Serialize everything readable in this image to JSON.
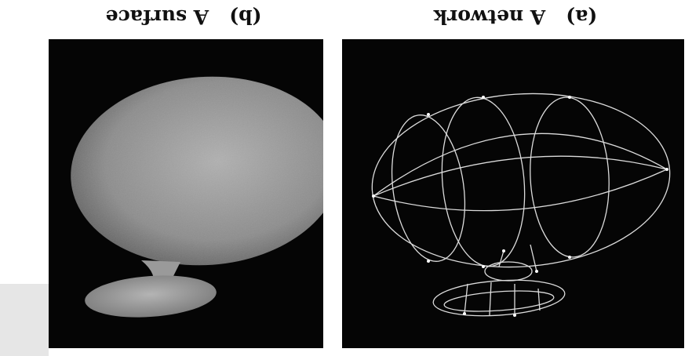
{
  "figure": {
    "panel_b": {
      "label": "(b)",
      "caption": "A surface"
    },
    "panel_a": {
      "label": "(a)",
      "caption": "A network"
    }
  }
}
